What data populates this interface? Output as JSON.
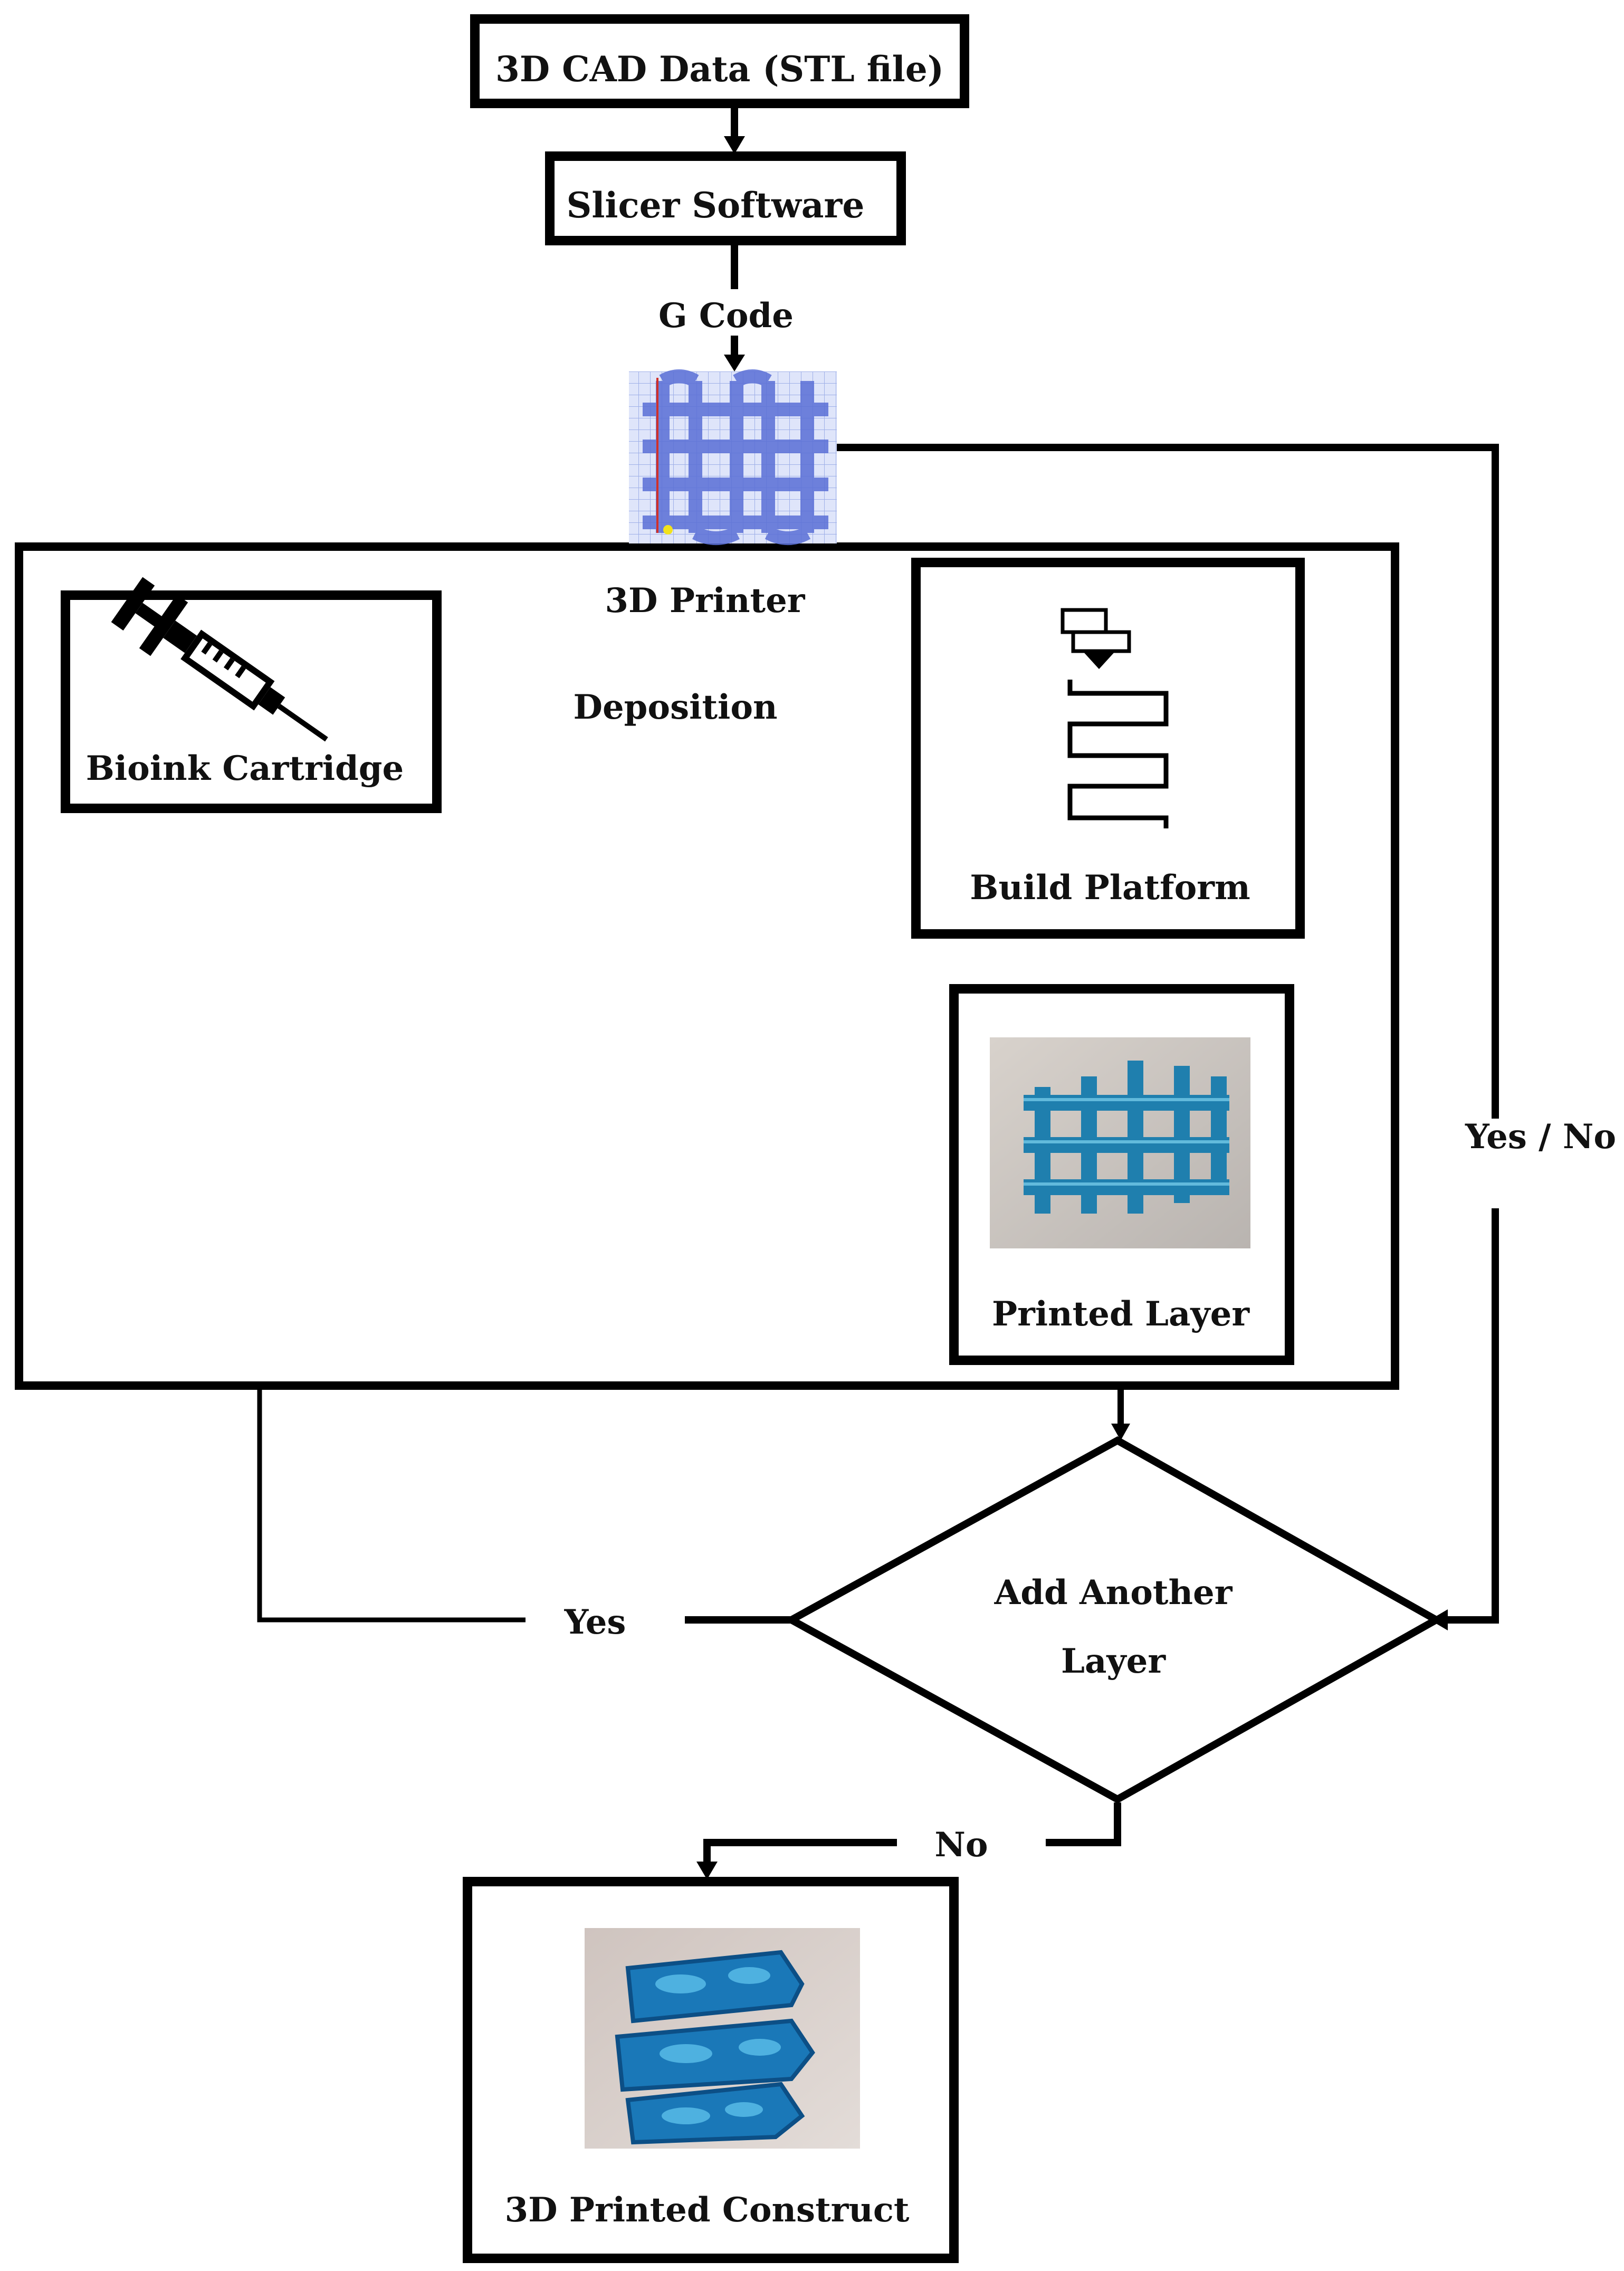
{
  "nodes": {
    "cad": "3D CAD Data (STL file)",
    "slicer": "Slicer Software",
    "printer": "3D Printer",
    "cartridge": "Bioink Cartridge",
    "platform": "Build Platform",
    "layer": "Printed Layer",
    "decision_line1": "Add Another",
    "decision_line2": "Layer",
    "construct": "3D Printed Construct"
  },
  "edges": {
    "gcode": "G Code",
    "deposition": "Deposition",
    "yes_no": "Yes / No",
    "yes": "Yes",
    "no": "No"
  },
  "icons": {
    "gcode_preview": "lattice-toolpath-icon",
    "cartridge": "syringe-icon",
    "platform": "extruder-toolpath-icon",
    "layer_photo": "printed-layer-photo",
    "construct_photo": "printed-construct-photo"
  },
  "colors": {
    "lattice": "#5a6fd6",
    "lattice_bg": "#cdd6f5",
    "gel": "#2f8fbf"
  }
}
